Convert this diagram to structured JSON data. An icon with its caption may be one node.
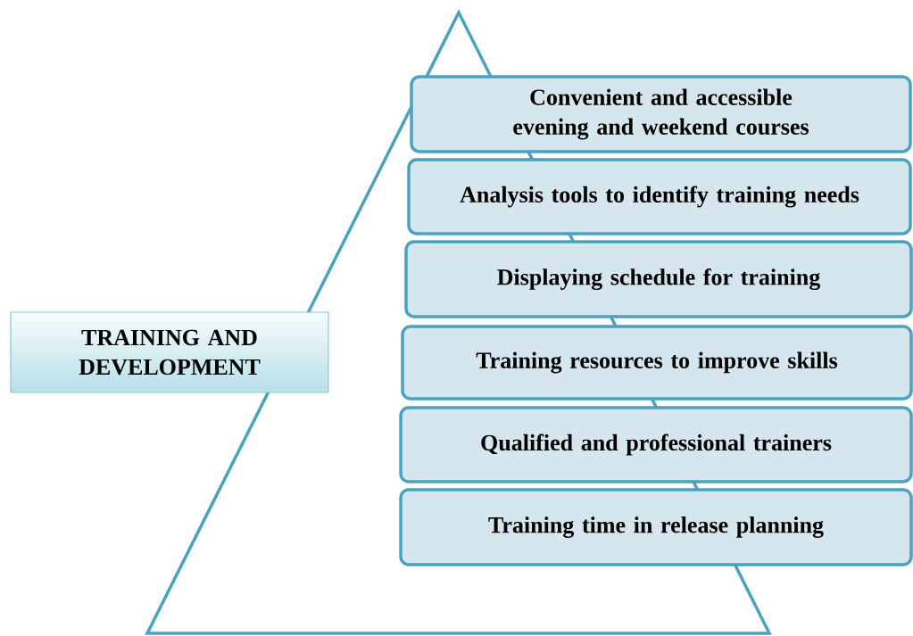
{
  "diagram": {
    "nodes": [
      {
        "text": [
          "TRAINING AND DEVELOPMENT"
        ]
      },
      {
        "text": [
          "Convenient and accessible evening and weekend courses"
        ]
      },
      {
        "text": [
          "Analysis tools to identify training needs"
        ]
      },
      {
        "text": [
          "Displaying schedule for training"
        ]
      },
      {
        "text": [
          "Training resources to improve skills"
        ]
      },
      {
        "text": [
          "Qualified and professional trainers"
        ]
      },
      {
        "text": [
          "Training time in release planning"
        ]
      }
    ]
  }
}
